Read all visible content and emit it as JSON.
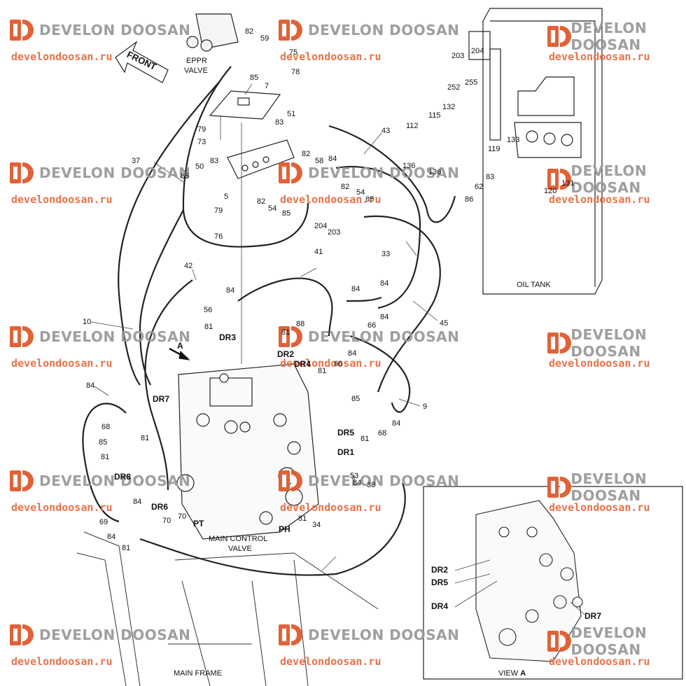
{
  "watermark": {
    "brand": "DEVELON DOOSAN",
    "url": "develondoosan.ru",
    "accent_color": "#e05a2e",
    "brand_color": "#9a9a9a"
  },
  "section_labels": {
    "eppr_valve_line1": "EPPR",
    "eppr_valve_line2": "VALVE",
    "front": "FRONT",
    "oil_tank": "OIL TANK",
    "main_control_line1": "MAIN CONTROL",
    "main_control_line2": "VALVE",
    "main_frame": "MAIN FRAME",
    "view_a": "VIEW",
    "view_a_letter": "A",
    "arrow_a": "A"
  },
  "port_labels": [
    "DR3",
    "DR2",
    "DR4",
    "DR7",
    "DR8",
    "DR5",
    "DR1",
    "DR6",
    "PT",
    "PH"
  ],
  "view_port_labels": [
    "DR2",
    "DR5",
    "DR4",
    "DR7"
  ],
  "part_numbers": [
    "82",
    "59",
    "75",
    "78",
    "85",
    "7",
    "51",
    "83",
    "79",
    "73",
    "37",
    "83",
    "50",
    "85",
    "43",
    "82",
    "58",
    "84",
    "136",
    "136",
    "62",
    "83",
    "112",
    "115",
    "132",
    "252",
    "255",
    "203",
    "204",
    "119",
    "133",
    "120",
    "131",
    "86",
    "82",
    "54",
    "85",
    "5",
    "82",
    "54",
    "85",
    "204",
    "203",
    "79",
    "76",
    "41",
    "33",
    "42",
    "10",
    "84",
    "56",
    "81",
    "84",
    "66",
    "84",
    "45",
    "88",
    "81",
    "66",
    "84",
    "81",
    "84",
    "9",
    "85",
    "84",
    "68",
    "81",
    "53",
    "84",
    "38",
    "84",
    "68",
    "85",
    "81",
    "81",
    "84",
    "69",
    "84",
    "81",
    "70",
    "81",
    "70",
    "34"
  ]
}
